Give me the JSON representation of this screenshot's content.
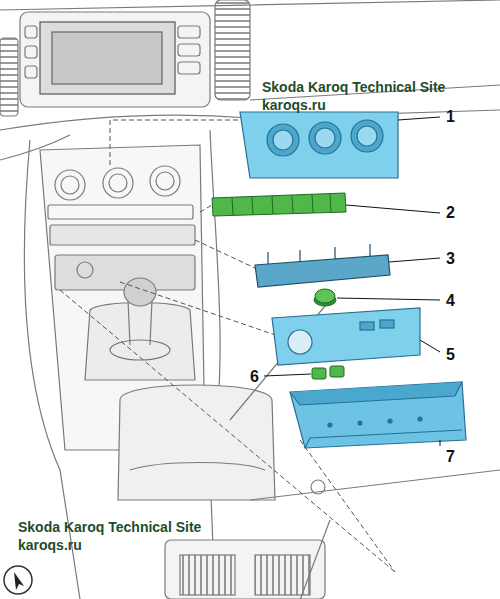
{
  "diagram": {
    "labels": [
      "Skoda Karoq Technical Site",
      "karoqs.ru",
      "1",
      "2",
      "3",
      "4",
      "5",
      "6",
      "7",
      "Skoda Karoq Technical Site",
      "karoqs.ru"
    ]
  }
}
